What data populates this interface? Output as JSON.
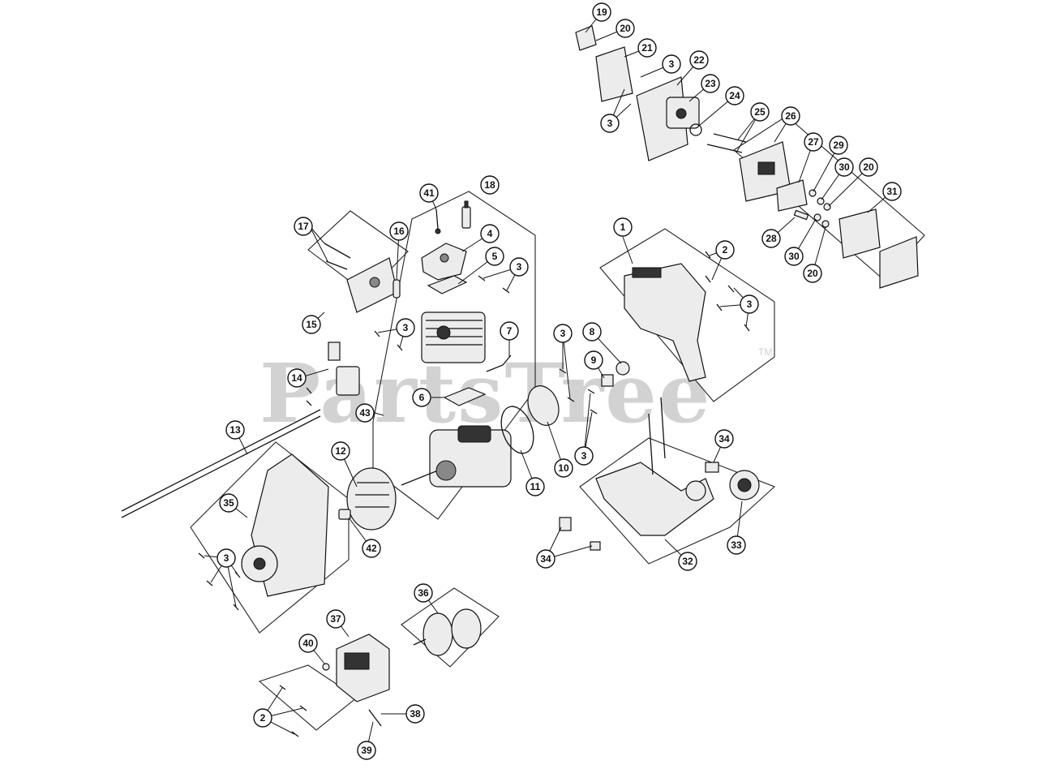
{
  "watermark": {
    "text": "PartsTree",
    "trademark": "TM"
  },
  "callouts": [
    "1",
    "2",
    "3",
    "4",
    "5",
    "6",
    "7",
    "8",
    "9",
    "10",
    "11",
    "12",
    "13",
    "14",
    "15",
    "16",
    "17",
    "18",
    "19",
    "20",
    "21",
    "22",
    "23",
    "24",
    "25",
    "26",
    "27",
    "28",
    "29",
    "30",
    "31",
    "32",
    "33",
    "34",
    "35",
    "36",
    "37",
    "38",
    "39",
    "40",
    "41",
    "42",
    "43"
  ]
}
